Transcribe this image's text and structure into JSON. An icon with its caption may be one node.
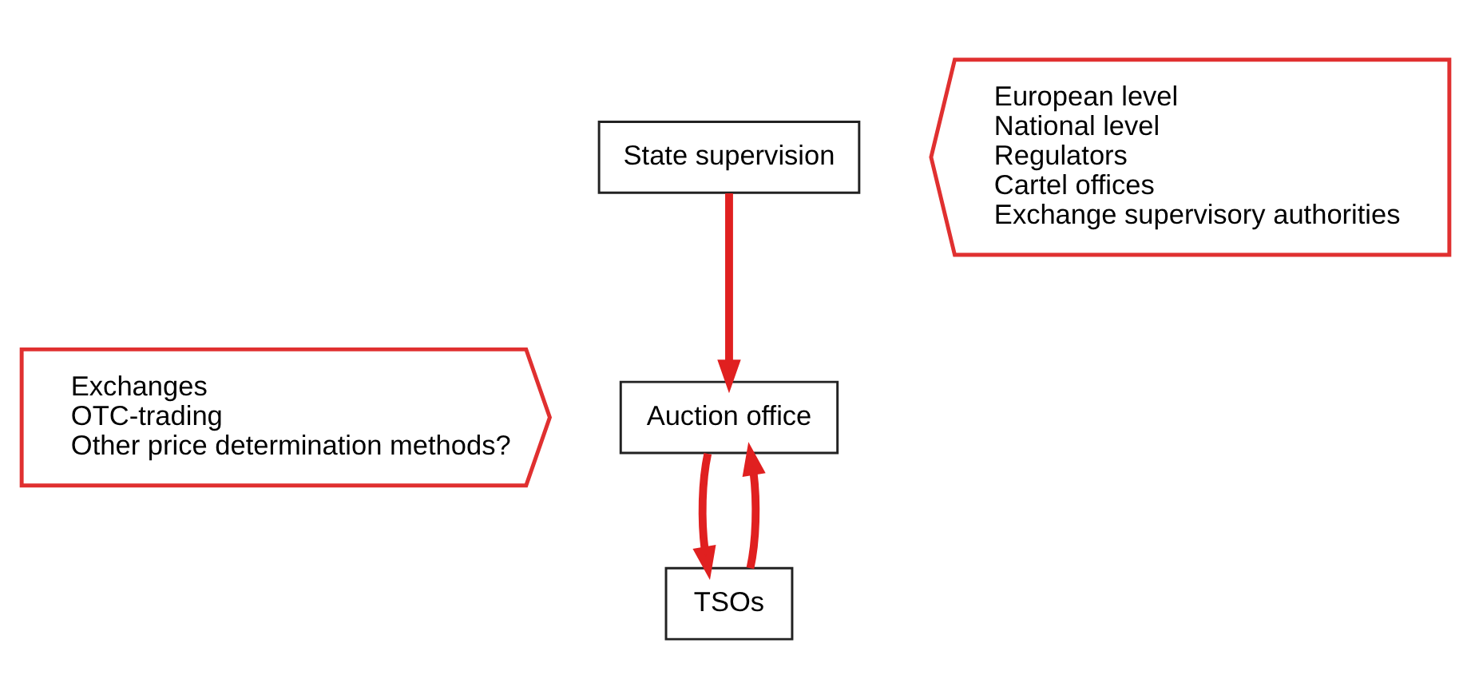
{
  "diagram": {
    "nodes": [
      {
        "text": [
          "Exchanges",
          "OTC-trading",
          "Other price determination methods?"
        ]
      },
      {
        "text": [
          "State supervision"
        ]
      },
      {
        "text": [
          "Auction office"
        ]
      },
      {
        "text": [
          "TSOs"
        ]
      },
      {
        "text": [
          "European level",
          "National level",
          "Regulators",
          "Cartel offices",
          "Exchange supervisory authorities"
        ]
      }
    ],
    "edges": [
      {
        "from": 1,
        "to": 2,
        "arrow": "to"
      },
      {
        "from": 2,
        "to": 3,
        "arrow": "to"
      },
      {
        "from": 3,
        "to": 2,
        "arrow": "to"
      }
    ]
  }
}
